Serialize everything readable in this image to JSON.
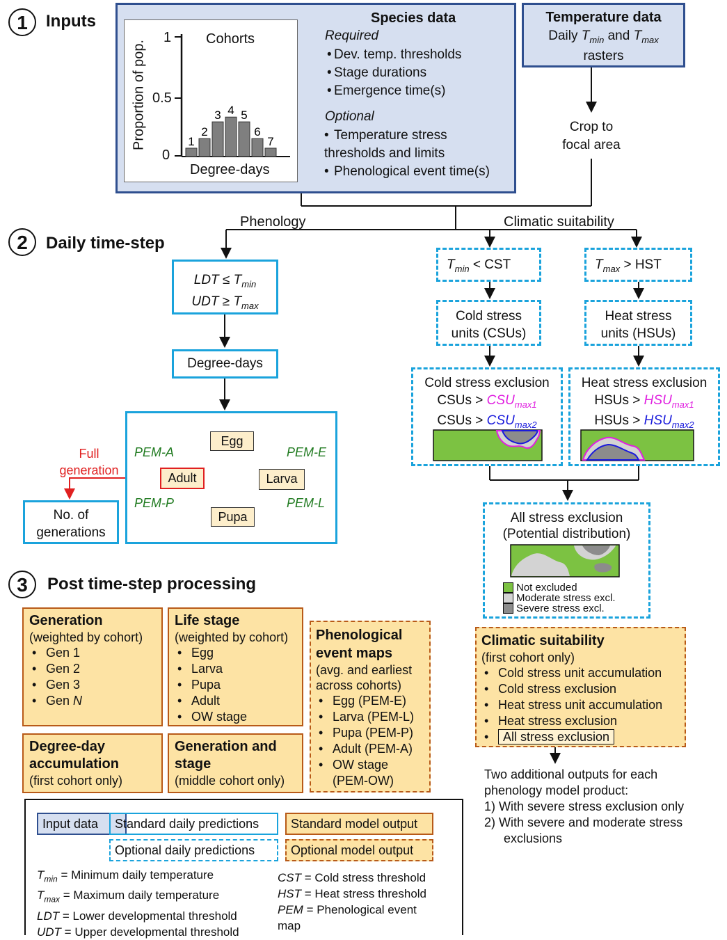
{
  "sections": {
    "s1": {
      "num": "1",
      "title": "Inputs"
    },
    "s2": {
      "num": "2",
      "title": "Daily time-step"
    },
    "s3": {
      "num": "3",
      "title": "Post time-step processing"
    }
  },
  "cohorts_chart": {
    "title": "Cohorts",
    "ylabel": "Proportion of pop.",
    "xlabel": "Degree-days",
    "yticks": [
      "1",
      "0.5",
      "0"
    ],
    "bar_labels": [
      "1",
      "2",
      "3",
      "4",
      "5",
      "6",
      "7"
    ],
    "bar_values": [
      0.07,
      0.15,
      0.29,
      0.33,
      0.29,
      0.15,
      0.07
    ]
  },
  "species_data": {
    "title": "Species data",
    "required_label": "Required",
    "required": [
      "Dev. temp. thresholds",
      "Stage durations",
      "Emergence time(s)"
    ],
    "optional_label": "Optional",
    "optional": [
      "Temperature stress",
      "thresholds and limits",
      "Phenological event time(s)"
    ]
  },
  "temperature_data": {
    "title": "Temperature data",
    "line1_a": "Daily ",
    "tmin_base": "T",
    "tmin_sub": "min",
    "and": " and ",
    "tmax_base": "T",
    "tmax_sub": "max",
    "line2": "rasters"
  },
  "crop": {
    "line1": "Crop to",
    "line2": "focal area"
  },
  "branches": {
    "phenology": "Phenology",
    "climatic": "Climatic suitability"
  },
  "ldt_box": {
    "ldt": "LDT",
    "le": " ≤ ",
    "t": "T",
    "min": "min",
    "udt": "UDT",
    "ge": " ≥ ",
    "max": "max"
  },
  "degree_days": "Degree-days",
  "lifecycle": {
    "egg": "Egg",
    "larva": "Larva",
    "pupa": "Pupa",
    "adult": "Adult",
    "pem_a": "PEM-A",
    "pem_e": "PEM-E",
    "pem_p": "PEM-P",
    "pem_l": "PEM-L",
    "full_gen_1": "Full",
    "full_gen_2": "generation"
  },
  "no_gen": {
    "line1": "No. of",
    "line2": "generations"
  },
  "cst_box": {
    "t": "T",
    "sub": "min",
    "rest": " < CST"
  },
  "hst_box": {
    "t": "T",
    "sub": "max",
    "rest": " >  HST"
  },
  "csu_box": {
    "line1": "Cold stress",
    "line2": "units (CSUs)"
  },
  "hsu_box": {
    "line1": "Heat stress",
    "line2": "units (HSUs)"
  },
  "cold_excl": {
    "title": "Cold stress exclusion",
    "prefix": "CSUs > ",
    "v1": "CSU",
    "s1": "max1",
    "v2": "CSU",
    "s2": "max2"
  },
  "heat_excl": {
    "title": "Heat stress exclusion",
    "prefix": "HSUs > ",
    "v1": "HSU",
    "s1": "max1",
    "v2": "HSU",
    "s2": "max2"
  },
  "all_excl": {
    "line1": "All stress exclusion",
    "line2": "(Potential distribution)",
    "legend": [
      "Not excluded",
      "Moderate stress excl.",
      "Severe stress excl."
    ]
  },
  "colors": {
    "input_fill": "#d6dff0",
    "input_border": "#2f4f8f",
    "std_border": "#1aa3dc",
    "output_fill": "#fde3a4",
    "output_border": "#b85a18",
    "green": "#7cc242",
    "moderate": "#d3d3d3",
    "severe": "#8c8c8c",
    "magenta": "#e020e0",
    "blue": "#1a1adc",
    "red": "#e02020",
    "pem_green": "#1f7a1f"
  },
  "outputs": {
    "generation": {
      "title": "Generation",
      "subtitle": "(weighted by cohort)",
      "items": [
        "Gen 1",
        "Gen 2",
        "Gen 3"
      ],
      "last_prefix": "Gen ",
      "last_n": "N"
    },
    "life_stage": {
      "title": "Life stage",
      "subtitle": "(weighted by cohort)",
      "items": [
        "Egg",
        "Larva",
        "Pupa",
        "Adult",
        "OW stage"
      ]
    },
    "pem_maps": {
      "title1": "Phenological",
      "title2": "event maps",
      "subtitle1": "(avg. and earliest",
      "subtitle2": "across cohorts)",
      "items": [
        "Egg (PEM-E)",
        "Larva (PEM-L)",
        "Pupa (PEM-P)",
        "Adult (PEM-A)",
        "OW stage"
      ],
      "last_cont": "(PEM-OW)"
    },
    "dd_accum": {
      "title1": "Degree-day",
      "title2": "accumulation",
      "subtitle": "(first cohort only)"
    },
    "gen_stage": {
      "title1": "Generation and",
      "title2": "stage",
      "subtitle": "(middle cohort only)"
    },
    "climatic": {
      "title": "Climatic suitability",
      "subtitle": "(first cohort only)",
      "items": [
        "Cold stress unit accumulation",
        "Cold stress exclusion",
        "Heat stress unit accumulation",
        "Heat stress exclusion"
      ],
      "last": "All stress exclusion"
    }
  },
  "additional": {
    "line1": "Two additional outputs for each",
    "line2": "phenology model product:",
    "item1": "1)  With severe stress exclusion only",
    "item2a": "2)  With severe and moderate stress",
    "item2b": "exclusions"
  },
  "legend": {
    "input": "Input data",
    "std_daily": "Standard daily predictions",
    "std_out": "Standard model output",
    "opt_daily": "Optional daily predictions",
    "opt_out": "Optional model output",
    "defs_left": [
      {
        "sym": "T",
        "sub": "min",
        "def": " = Minimum daily temperature"
      },
      {
        "sym": "T",
        "sub": "max",
        "def": " = Maximum daily temperature"
      },
      {
        "sym": "LDT",
        "sub": "",
        "def": " = Lower developmental threshold"
      },
      {
        "sym": "UDT",
        "sub": "",
        "def": " = Upper developmental threshold"
      }
    ],
    "defs_right": [
      {
        "sym": "CST",
        "def": " = Cold stress threshold"
      },
      {
        "sym": "HST",
        "def": " = Heat stress threshold"
      },
      {
        "sym": "PEM",
        "def": " = Phenological event"
      },
      {
        "sym": "",
        "def": "map"
      }
    ]
  }
}
